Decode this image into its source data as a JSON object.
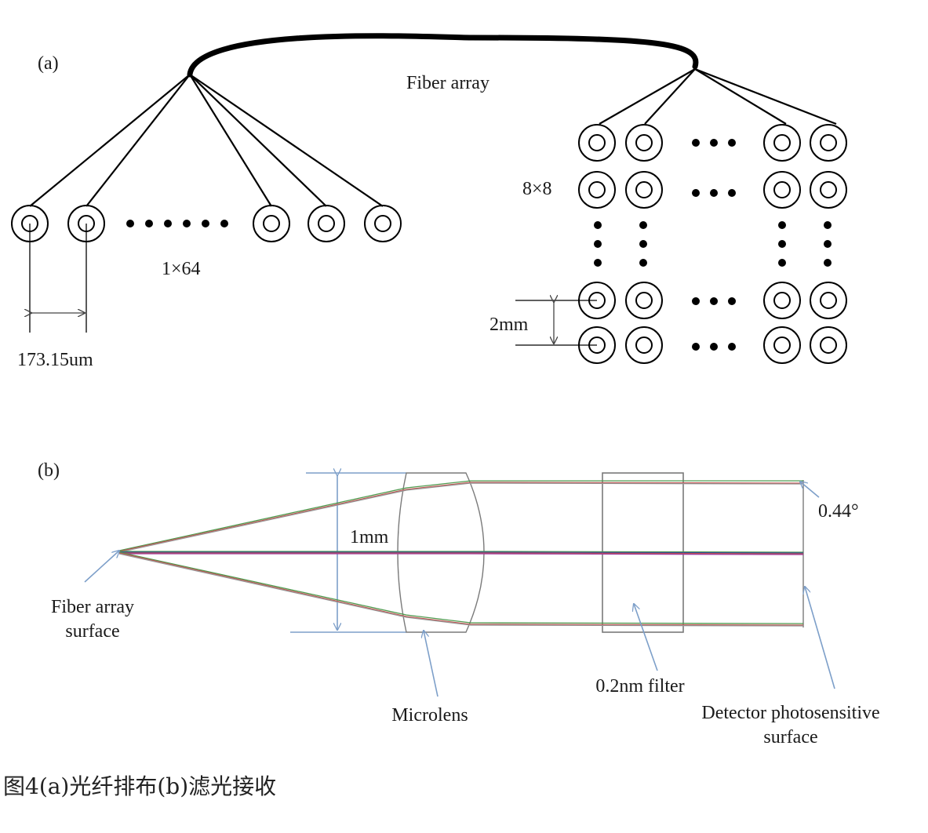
{
  "panel_a": {
    "label": "(a)",
    "fiber_array_label": "Fiber array",
    "linear_array_label": "1×64",
    "pitch_label": "173.15um",
    "square_array_label": "8×8",
    "spacing_label": "2mm"
  },
  "panel_b": {
    "label": "(b)",
    "aperture_label": "1mm",
    "angle_label": "0.44°",
    "fiber_surface_label_line1": "Fiber array",
    "fiber_surface_label_line2": "surface",
    "microlens_label": "Microlens",
    "filter_label": "0.2nm filter",
    "detector_label_line1": "Detector photosensitive",
    "detector_label_line2": "surface"
  },
  "caption": "图4(a)光纤排布(b)滤光接收",
  "colors": {
    "ink": "#000000",
    "leader": "#7d9fc9",
    "ray_red": "#c0504d",
    "ray_green": "#4f9a4f",
    "ray_blue": "#2f4f9f",
    "ray_magenta": "#a03c9c"
  }
}
